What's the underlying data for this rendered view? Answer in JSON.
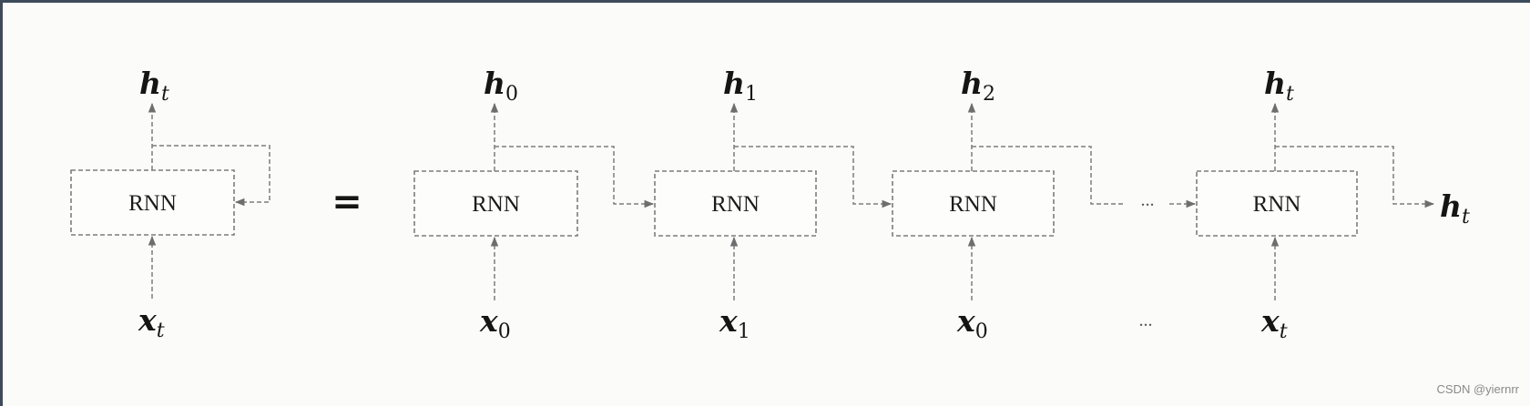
{
  "diagram": {
    "box_label": "RNN",
    "equals": "=",
    "ellipsis": "...",
    "folded": {
      "output": {
        "base": "h",
        "sub": "t"
      },
      "input": {
        "base": "x",
        "sub": "t"
      }
    },
    "unrolled": [
      {
        "output": {
          "base": "h",
          "sub": "0"
        },
        "input": {
          "base": "x",
          "sub": "0"
        }
      },
      {
        "output": {
          "base": "h",
          "sub": "1"
        },
        "input": {
          "base": "x",
          "sub": "1"
        }
      },
      {
        "output": {
          "base": "h",
          "sub": "2"
        },
        "input": {
          "base": "x",
          "sub": "0"
        }
      },
      {
        "output": {
          "base": "h",
          "sub": "t"
        },
        "input": {
          "base": "x",
          "sub": "t"
        }
      }
    ],
    "final_output": {
      "base": "h",
      "sub": "t"
    }
  },
  "watermark": "CSDN @yiernrr"
}
